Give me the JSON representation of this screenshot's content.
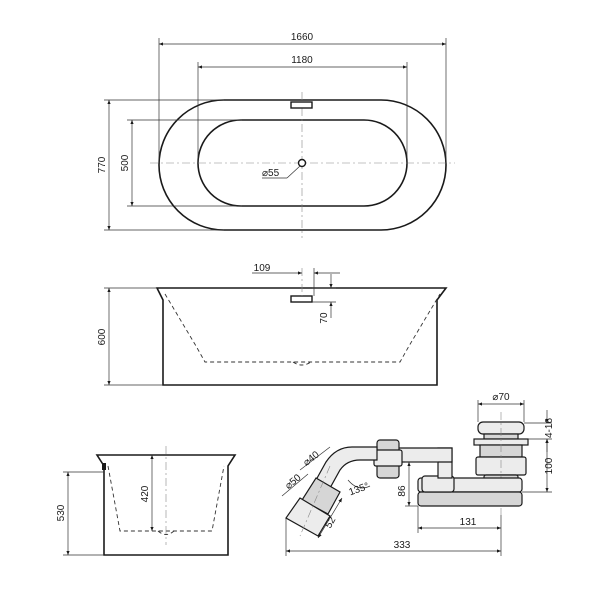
{
  "dimensions": {
    "overall_length": "1660",
    "inner_length": "1180",
    "overall_width": "770",
    "inner_width": "500",
    "drain_diameter": "⌀55",
    "overflow_offset": "109",
    "overflow_height": "70",
    "height": "600",
    "side_height": "530",
    "inner_depth": "420",
    "waste_top_diameter": "⌀70",
    "waste_top_range": "4-16",
    "waste_height": "100",
    "trap_height": "86",
    "pipe_diameter_40": "⌀40",
    "pipe_diameter_50": "⌀50",
    "bend_angle": "135°",
    "outlet_length": "52",
    "trap_length": "131",
    "total_length": "333"
  }
}
